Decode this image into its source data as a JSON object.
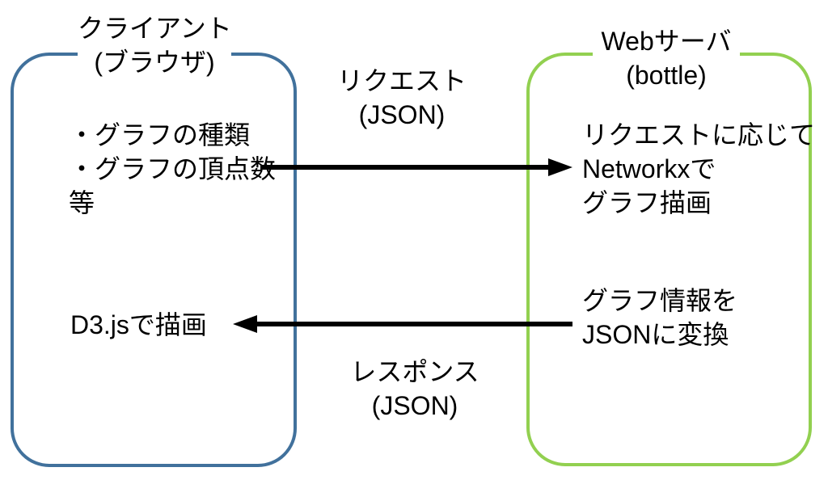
{
  "background_color": "#FFFFFF",
  "text_color": "#000000",
  "arrow_color": "#000000",
  "client_box": {
    "border_color": "#41719C",
    "title": [
      "クライアント",
      "(ブラウザ)"
    ],
    "request_params": [
      "・グラフの種類",
      "・グラフの頂点数",
      "等"
    ],
    "render_step": "D3.jsで描画"
  },
  "server_box": {
    "border_color": "#92D050",
    "title": [
      "Webサーバ",
      "(bottle)"
    ],
    "draw_step": [
      "リクエストに応じて",
      "Networkxで",
      "グラフ描画"
    ],
    "convert_step": [
      "グラフ情報を",
      "JSONに変換"
    ]
  },
  "request_arrow": {
    "direction": "left-to-right",
    "label": [
      "リクエスト",
      "(JSON)"
    ]
  },
  "response_arrow": {
    "direction": "right-to-left",
    "label": [
      "レスポンス",
      "(JSON)"
    ]
  }
}
